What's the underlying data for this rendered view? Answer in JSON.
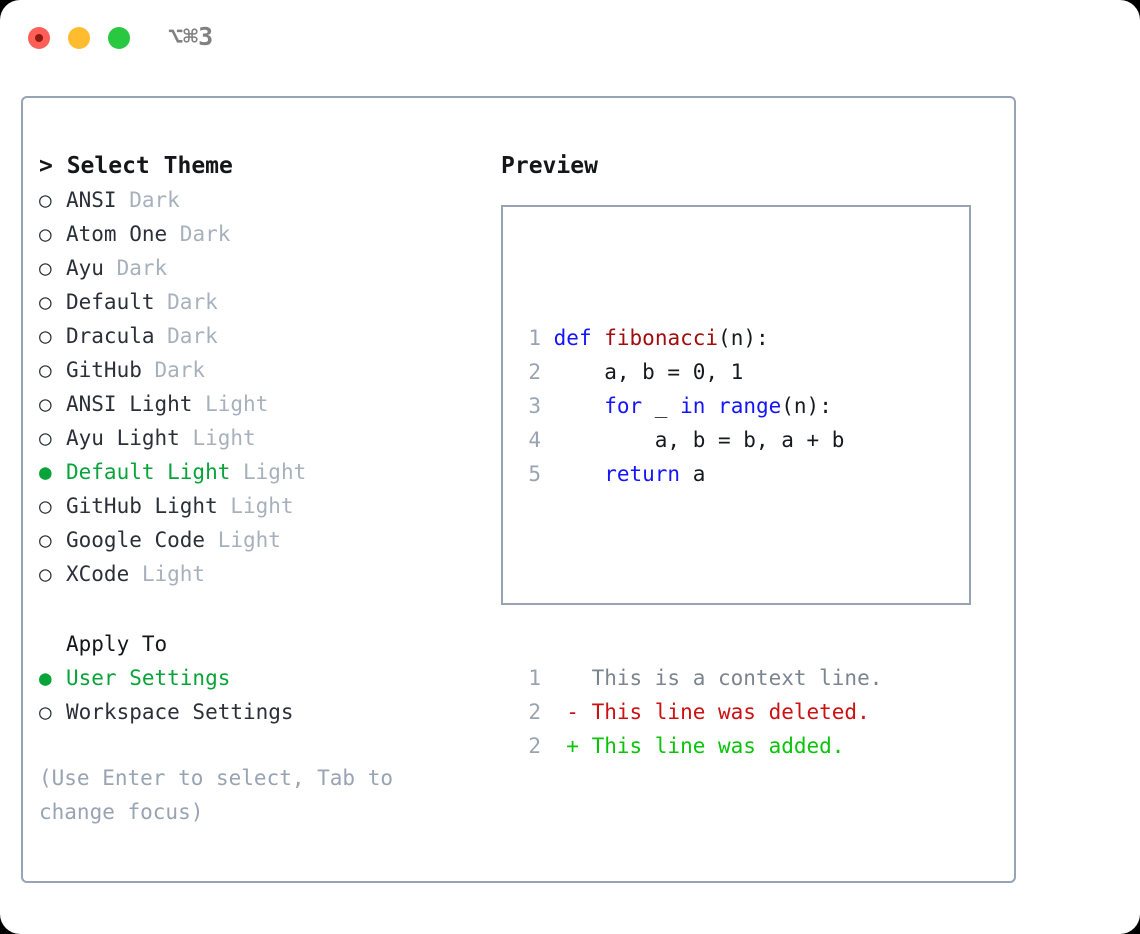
{
  "titlebar": {
    "shortcut": "⌥⌘3",
    "buttons": {
      "close": "close-button",
      "minimize": "minimize-button",
      "maximize": "maximize-button"
    }
  },
  "theme_list": {
    "title": "> Select Theme",
    "bullet_selected": "●",
    "bullet_unselected": "○",
    "selected_color": "#08a43a",
    "items": [
      {
        "label": "ANSI",
        "suffix": "Dark",
        "selected": false
      },
      {
        "label": "Atom One",
        "suffix": "Dark",
        "selected": false
      },
      {
        "label": "Ayu",
        "suffix": "Dark",
        "selected": false
      },
      {
        "label": "Default",
        "suffix": "Dark",
        "selected": false
      },
      {
        "label": "Dracula",
        "suffix": "Dark",
        "selected": false
      },
      {
        "label": "GitHub",
        "suffix": "Dark",
        "selected": false
      },
      {
        "label": "ANSI Light",
        "suffix": "Light",
        "selected": false
      },
      {
        "label": "Ayu Light",
        "suffix": "Light",
        "selected": false
      },
      {
        "label": "Default Light",
        "suffix": "Light",
        "selected": true
      },
      {
        "label": "GitHub Light",
        "suffix": "Light",
        "selected": false
      },
      {
        "label": "Google Code",
        "suffix": "Light",
        "selected": false
      },
      {
        "label": "XCode",
        "suffix": "Light",
        "selected": false
      }
    ]
  },
  "apply_to": {
    "title": "Apply To",
    "items": [
      {
        "label": "User Settings",
        "selected": true
      },
      {
        "label": "Workspace Settings",
        "selected": false
      }
    ]
  },
  "hint": "(Use Enter to select, Tab to change focus)",
  "preview": {
    "title": "Preview",
    "code_lines": [
      {
        "num": "1",
        "tokens": [
          {
            "t": " ",
            "c": "plain"
          },
          {
            "t": "def",
            "c": "kw"
          },
          {
            "t": " ",
            "c": "plain"
          },
          {
            "t": "fibonacci",
            "c": "fn"
          },
          {
            "t": "(n):",
            "c": "plain"
          }
        ]
      },
      {
        "num": "2",
        "tokens": [
          {
            "t": "     a, b = 0, 1",
            "c": "plain"
          }
        ]
      },
      {
        "num": "3",
        "tokens": [
          {
            "t": "     ",
            "c": "plain"
          },
          {
            "t": "for",
            "c": "kw"
          },
          {
            "t": " _ ",
            "c": "plain"
          },
          {
            "t": "in",
            "c": "kw"
          },
          {
            "t": " ",
            "c": "plain"
          },
          {
            "t": "range",
            "c": "kw"
          },
          {
            "t": "(n):",
            "c": "plain"
          }
        ]
      },
      {
        "num": "4",
        "tokens": [
          {
            "t": "         a, b = b, a + b",
            "c": "plain"
          }
        ]
      },
      {
        "num": "5",
        "tokens": [
          {
            "t": "     ",
            "c": "plain"
          },
          {
            "t": "return",
            "c": "kw"
          },
          {
            "t": " a",
            "c": "plain"
          }
        ]
      }
    ],
    "diff_lines": [
      {
        "num": "1",
        "marker": "  ",
        "text": "This is a context line.",
        "kind": "ctx"
      },
      {
        "num": "2",
        "marker": "- ",
        "text": "This line was deleted.",
        "kind": "del"
      },
      {
        "num": "2",
        "marker": "+ ",
        "text": "This line was added.",
        "kind": "add"
      }
    ]
  }
}
